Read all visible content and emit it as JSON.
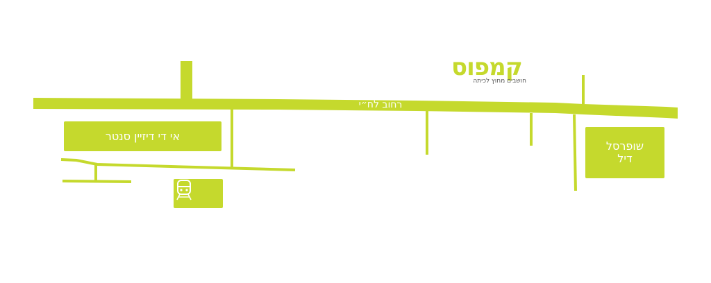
{
  "map": {
    "street_name": "רחוב לח״י",
    "landmarks": {
      "tech_center": "אי די דיזיין סנטר",
      "supermarket": "שופרסל\nדיל"
    },
    "train_icon": "train-icon"
  },
  "logo": {
    "word": "קמפוס",
    "tagline": "חושבים מחוץ לכיתה"
  },
  "colors": {
    "accent": "#c5d92d",
    "background": "#ffffff",
    "label": "#ffffff",
    "tagline": "#555555"
  }
}
